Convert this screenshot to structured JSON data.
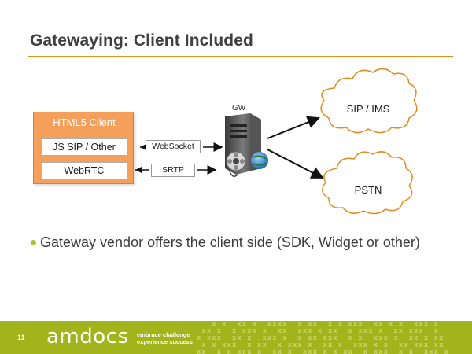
{
  "slide": {
    "title": "Gatewaying: Client Included",
    "page_number": "11"
  },
  "diagram": {
    "client": {
      "title": "HTML5 Client",
      "items": [
        "JS SIP / Other",
        "WebRTC"
      ]
    },
    "protocols": [
      "WebSocket",
      "SRTP"
    ],
    "gateway_label": "GW",
    "destinations": [
      "SIP / IMS",
      "PSTN"
    ]
  },
  "bullets": [
    "Gateway vendor offers the client side (SDK, Widget or other)"
  ],
  "footer": {
    "brand": "amdocs",
    "tagline_line1": "embrace challenge",
    "tagline_line2": "experience success"
  },
  "colors": {
    "title_rule": "#d9911a",
    "client_box": "#f5a05a",
    "footer_bg": "#a2b41b",
    "bullet": "#a8c23c"
  }
}
